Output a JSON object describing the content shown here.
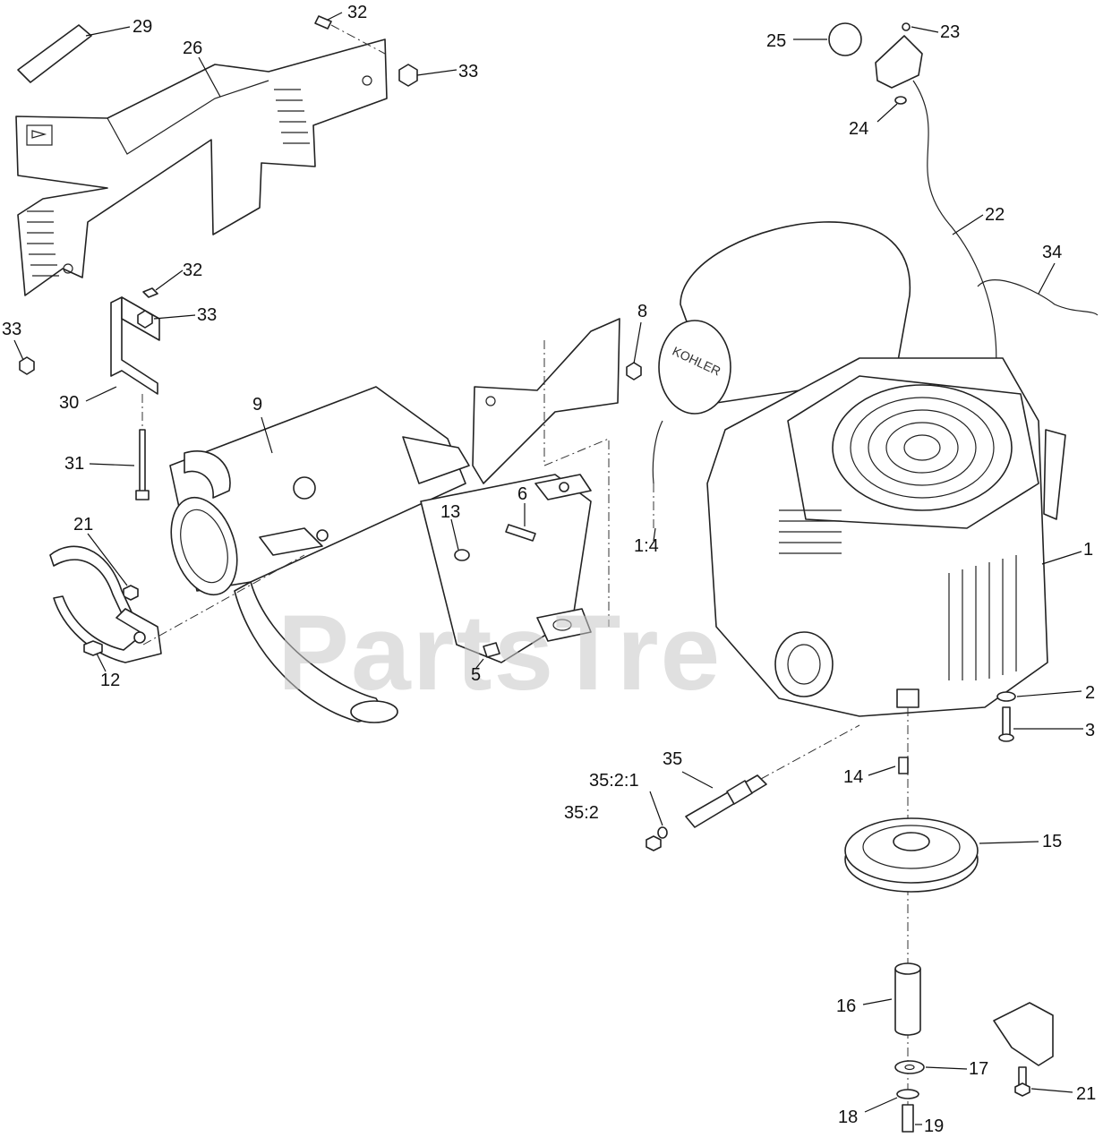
{
  "watermark": "PartsTre",
  "callouts": {
    "c29": "29",
    "c32a": "32",
    "c33a": "33",
    "c26": "26",
    "c25": "25",
    "c23": "23",
    "c24": "24",
    "c22": "22",
    "c34": "34",
    "c32b": "32",
    "c33b": "33",
    "c33c": "33",
    "c8": "8",
    "c30": "30",
    "c9": "9",
    "c31": "31",
    "c6": "6",
    "c13": "13",
    "c21a": "21",
    "c14label": "1:4",
    "c1": "1",
    "c5": "5",
    "c12": "12",
    "c2": "2",
    "c3": "3",
    "c35": "35",
    "c14": "14",
    "c3521": "35:2:1",
    "c352": "35:2",
    "c15": "15",
    "c16": "16",
    "c17": "17",
    "c21b": "21",
    "c18": "18",
    "c19": "19"
  }
}
